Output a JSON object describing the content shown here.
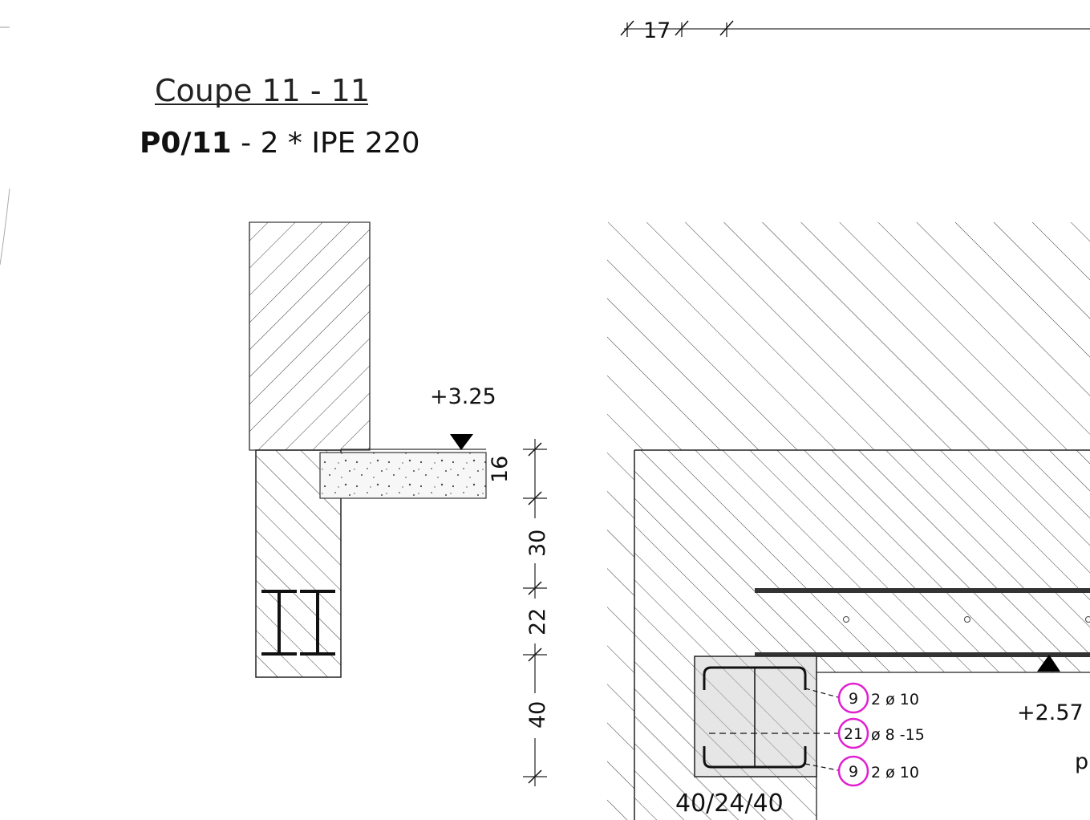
{
  "section_title": "Coupe 11 - 11",
  "beam_label": {
    "mark": "P0/11",
    "profile": " - 2 * IPE 220"
  },
  "top_dimension": "17",
  "elevations": {
    "slab_top": "+3.25",
    "right_level": "+2.57"
  },
  "vertical_dimensions": [
    "16",
    "30",
    "22",
    "40"
  ],
  "column_section": "40/24/40",
  "rebar_callouts": [
    {
      "mark": "9",
      "spec": "2 ø 10"
    },
    {
      "mark": "21",
      "spec": "ø 8 -15"
    },
    {
      "mark": "9",
      "spec": "2 ø 10"
    }
  ],
  "cut_text": "p",
  "colors": {
    "line": "#2a2a2a",
    "callout": "#e020d0",
    "fill_grey": "#e6e6e6"
  }
}
